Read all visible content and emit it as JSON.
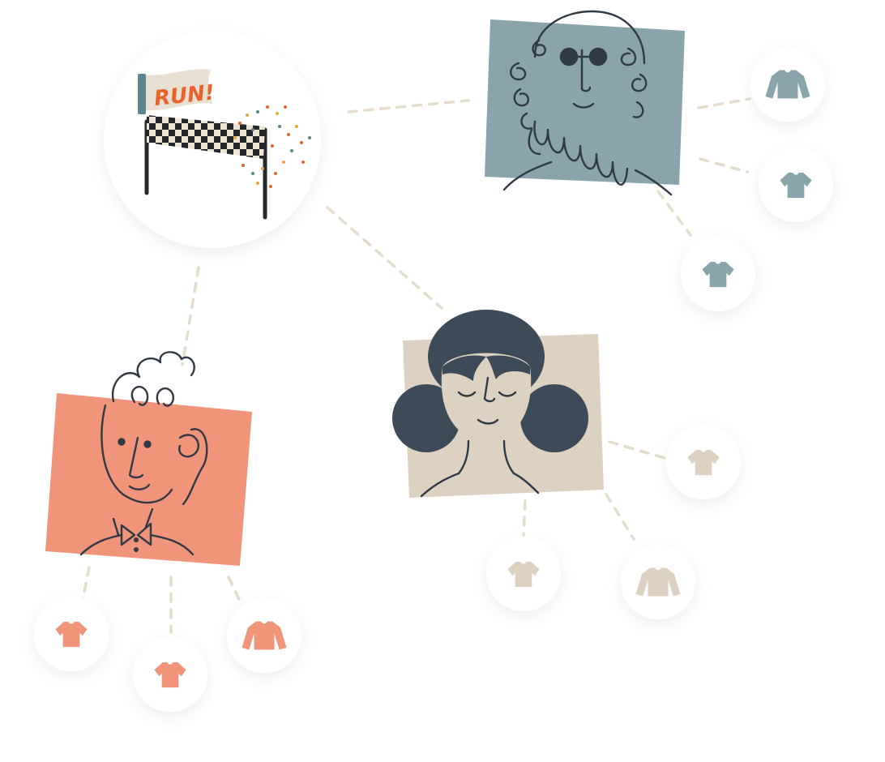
{
  "event": {
    "flag_text": "RUN!",
    "icon": "finish-line-flag-icon"
  },
  "people": [
    {
      "id": "bearded-man",
      "icon": "bearded-man-portrait-icon",
      "color": "#8AA4AC",
      "shirt_color": "#8AA4AC",
      "shirts": [
        "long-sleeve-shirt-icon",
        "tshirt-icon",
        "tshirt-icon"
      ]
    },
    {
      "id": "curly-man",
      "icon": "curly-hair-man-portrait-icon",
      "color": "#F1957A",
      "shirt_color": "#F1957A",
      "shirts": [
        "tshirt-icon",
        "tshirt-icon",
        "long-sleeve-shirt-icon"
      ]
    },
    {
      "id": "woman",
      "icon": "woman-with-buns-portrait-icon",
      "color": "#DDD2C2",
      "shirt_color": "#DDD2C2",
      "shirts": [
        "tshirt-icon",
        "tshirt-icon",
        "long-sleeve-shirt-icon"
      ]
    }
  ],
  "colors": {
    "connector": "#E6DCCB",
    "ink": "#2F3A45",
    "hair": "#3D4A57",
    "flag_orange": "#E8632B",
    "flag_cloth": "#E9DFD2",
    "pole_teal": "#5E858E"
  }
}
